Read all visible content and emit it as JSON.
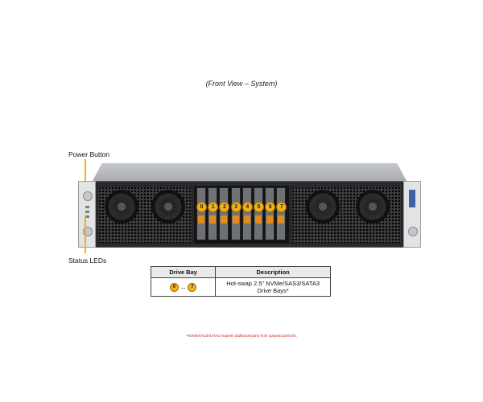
{
  "caption": "(Front View – System)",
  "callouts": {
    "power_button": "Power Button",
    "status_leds": "Status LEDs"
  },
  "server": {
    "drive_bays": [
      "0",
      "1",
      "2",
      "3",
      "4",
      "5",
      "6",
      "7"
    ]
  },
  "legend_table": {
    "headers": [
      "Drive Bay",
      "Description"
    ],
    "rows": [
      {
        "bay_from": "0",
        "bay_to": "7",
        "arrow": "↔",
        "description": "Hot-swap 2.5\" NVMe/SAS3/SATA3 Drive Bays*"
      }
    ]
  },
  "footnote": "*NVMe/SAS3/SATA3 requires additional parts from optional parts list.",
  "colors": {
    "accent_yellow": "#f2b21b",
    "drive_handle_orange": "#e28a1c",
    "chassis_dark": "#2a2b2d",
    "footnote_red": "#cc2222"
  }
}
